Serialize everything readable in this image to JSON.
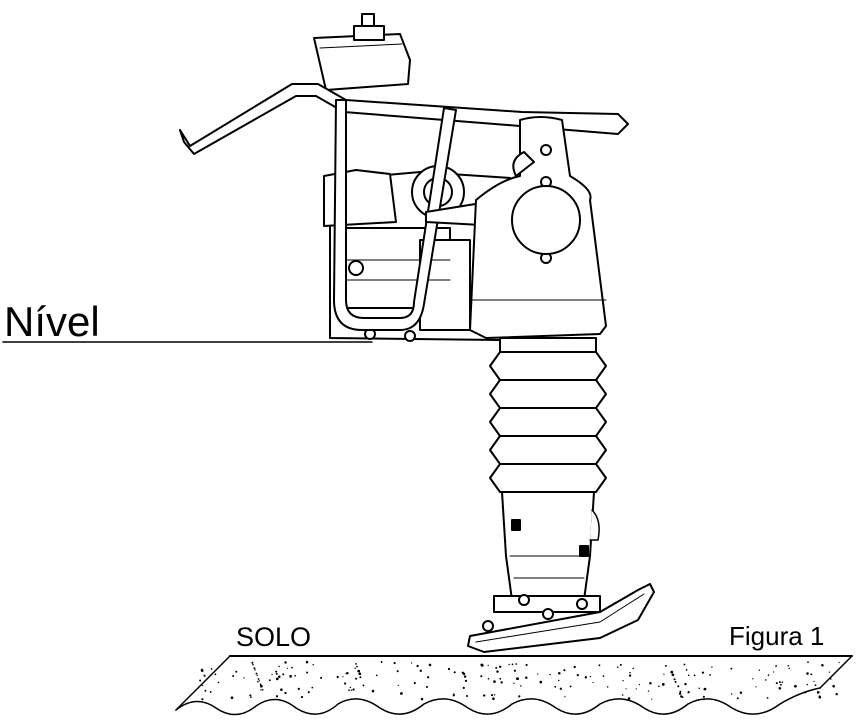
{
  "labels": {
    "level": "Nível",
    "ground": "SOLO",
    "figure": "Figura 1"
  },
  "colors": {
    "line": "#000000",
    "background": "#ffffff",
    "fill": "#ffffff"
  }
}
